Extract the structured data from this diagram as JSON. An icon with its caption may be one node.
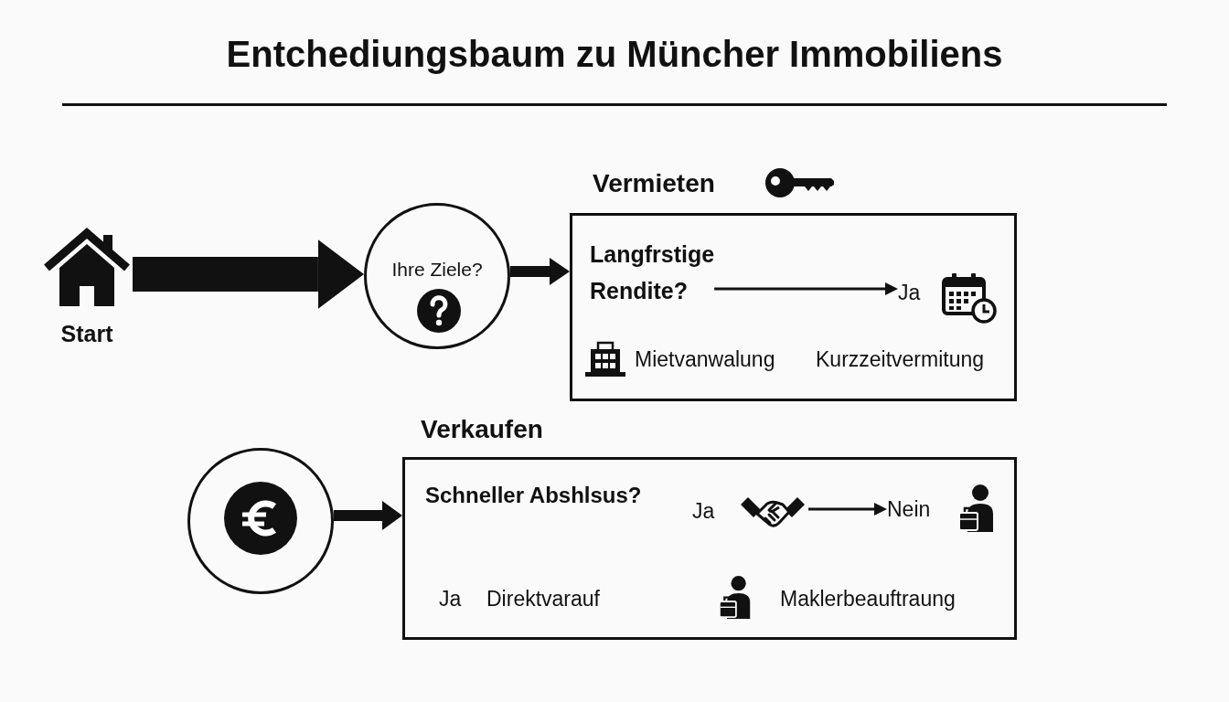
{
  "diagram": {
    "title": "Entchediungsbaum zu Müncher Immobiliens",
    "nodes": [
      {
        "text": [
          "Start"
        ]
      },
      {
        "text": [
          "Ihre Ziele?"
        ]
      },
      {
        "text": [
          "Vermieten",
          "Mietvanwalung",
          "Kurzzeitvermitung"
        ]
      },
      {
        "text": [
          "Langfrstige Rendite?"
        ],
        "in": 2
      },
      {
        "text": [
          "Ja"
        ],
        "in": 2
      },
      {
        "text": [],
        "shape": "circle"
      },
      {
        "text": [
          "Verkaufen",
          "Schneller Abshlsus?",
          "Ja",
          "Direktvarauf",
          "Maklerbeauftraung"
        ]
      },
      {
        "text": [
          "Ja"
        ],
        "in": 6
      },
      {
        "text": [
          "Nein"
        ],
        "in": 6
      }
    ],
    "edges": [
      {
        "from": 0,
        "to": 1,
        "arrow": "to",
        "style": "thick"
      },
      {
        "from": 1,
        "to": 2,
        "arrow": "to"
      },
      {
        "from": 3,
        "to": 4,
        "arrow": "to"
      },
      {
        "from": 5,
        "to": 6,
        "arrow": "to"
      },
      {
        "from": 7,
        "to": 8,
        "arrow": "to"
      }
    ]
  }
}
